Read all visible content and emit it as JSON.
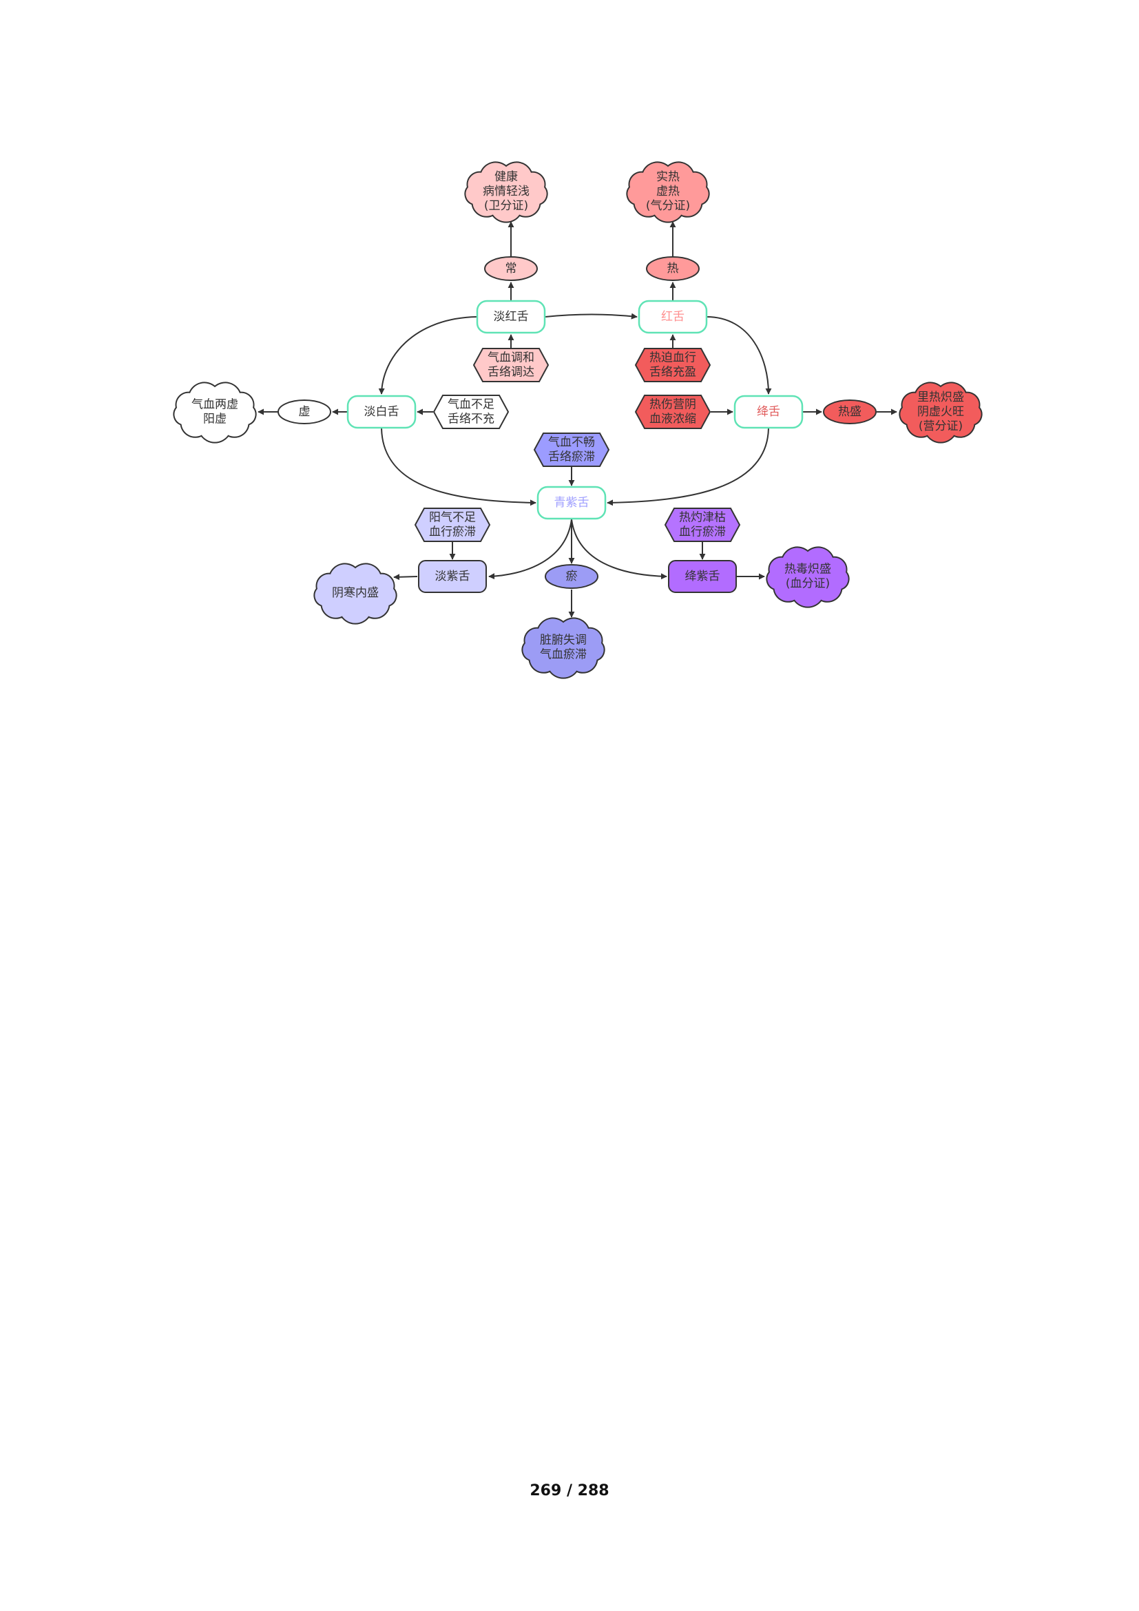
{
  "diagram": {
    "nodes": [
      {
        "id": "healthy",
        "shape": "cloud",
        "fill": "#ffc9c9",
        "lines": [
          "健康",
          "病情轻浅",
          "(卫分证)"
        ]
      },
      {
        "id": "excess-heat",
        "shape": "cloud",
        "fill": "#ff9a9a",
        "lines": [
          "实热",
          "虚热",
          "(气分证)"
        ]
      },
      {
        "id": "normal",
        "shape": "ellipse",
        "fill": "#ffc9c9",
        "lines": [
          "常"
        ]
      },
      {
        "id": "heat",
        "shape": "ellipse",
        "fill": "#ff9a9a",
        "lines": [
          "热"
        ]
      },
      {
        "id": "pale-red-tongue",
        "shape": "tongue",
        "fill": "#ffffff",
        "text_color": "#333333",
        "lines": [
          "淡红舌"
        ]
      },
      {
        "id": "red-tongue",
        "shape": "tongue",
        "fill": "#ffffff",
        "text_color": "#ff8f8f",
        "lines": [
          "红舌"
        ]
      },
      {
        "id": "qi-blood-harmony",
        "shape": "hexagon",
        "fill": "#ffc9c9",
        "lines": [
          "气血调和",
          "舌络调达"
        ]
      },
      {
        "id": "heat-forces-blood",
        "shape": "hexagon",
        "fill": "#f25c5c",
        "lines": [
          "热迫血行",
          "舌络充盈"
        ]
      },
      {
        "id": "qi-blood-deficiency",
        "shape": "cloud",
        "fill": "#ffffff",
        "lines": [
          "气血两虚",
          "阳虚"
        ]
      },
      {
        "id": "deficiency",
        "shape": "ellipse",
        "fill": "#ffffff",
        "lines": [
          "虚"
        ]
      },
      {
        "id": "pale-white-tongue",
        "shape": "tongue",
        "fill": "#ffffff",
        "text_color": "#333333",
        "lines": [
          "淡白舌"
        ]
      },
      {
        "id": "qi-blood-insufficient",
        "shape": "hexagon",
        "fill": "#ffffff",
        "lines": [
          "气血不足",
          "舌络不充"
        ]
      },
      {
        "id": "heat-damages-yin",
        "shape": "hexagon",
        "fill": "#f25c5c",
        "lines": [
          "热伤营阴",
          "血液浓缩"
        ]
      },
      {
        "id": "crimson-tongue",
        "shape": "tongue",
        "fill": "#ffffff",
        "text_color": "#e05a5a",
        "lines": [
          "绛舌"
        ]
      },
      {
        "id": "heat-excess",
        "shape": "ellipse",
        "fill": "#f25c5c",
        "lines": [
          "热盛"
        ]
      },
      {
        "id": "interior-heat",
        "shape": "cloud",
        "fill": "#f25c5c",
        "lines": [
          "里热炽盛",
          "阴虚火旺",
          "(营分证)"
        ]
      },
      {
        "id": "qi-blood-unsmooth",
        "shape": "hexagon",
        "fill": "#9c9cff",
        "lines": [
          "气血不畅",
          "舌络瘀滞"
        ]
      },
      {
        "id": "blue-purple-tongue",
        "shape": "tongue",
        "fill": "#ffffff",
        "text_color": "#9f9fff",
        "lines": [
          "青紫舌"
        ]
      },
      {
        "id": "yang-qi-insufficient",
        "shape": "hexagon",
        "fill": "#cfcfff",
        "lines": [
          "阳气不足",
          "血行瘀滞"
        ]
      },
      {
        "id": "heat-burns-fluid",
        "shape": "hexagon",
        "fill": "#b573ff",
        "lines": [
          "热灼津枯",
          "血行瘀滞"
        ]
      },
      {
        "id": "pale-purple-tongue",
        "shape": "rrect",
        "fill": "#cfcfff",
        "lines": [
          "淡紫舌"
        ]
      },
      {
        "id": "stasis",
        "shape": "ellipse",
        "fill": "#9c9cf5",
        "lines": [
          "瘀"
        ]
      },
      {
        "id": "crimson-purple-tongue",
        "shape": "rrect",
        "fill": "#b26cff",
        "lines": [
          "绛紫舌"
        ]
      },
      {
        "id": "yin-cold",
        "shape": "cloud",
        "fill": "#cfcfff",
        "lines": [
          "阴寒内盛"
        ]
      },
      {
        "id": "toxic-heat",
        "shape": "cloud",
        "fill": "#b26cff",
        "lines": [
          "热毒炽盛",
          "(血分证)"
        ]
      },
      {
        "id": "organ-imbalance",
        "shape": "cloud",
        "fill": "#9c9cf5",
        "lines": [
          "脏腑失调",
          "气血瘀滞"
        ]
      }
    ],
    "edges": [
      {
        "from": "pale-red-tongue",
        "to": "normal"
      },
      {
        "from": "normal",
        "to": "healthy"
      },
      {
        "from": "qi-blood-harmony",
        "to": "pale-red-tongue"
      },
      {
        "from": "pale-red-tongue",
        "to": "red-tongue"
      },
      {
        "from": "red-tongue",
        "to": "heat"
      },
      {
        "from": "heat",
        "to": "excess-heat"
      },
      {
        "from": "heat-forces-blood",
        "to": "red-tongue"
      },
      {
        "from": "red-tongue",
        "to": "crimson-tongue"
      },
      {
        "from": "pale-red-tongue",
        "to": "pale-white-tongue"
      },
      {
        "from": "pale-white-tongue",
        "to": "deficiency"
      },
      {
        "from": "deficiency",
        "to": "qi-blood-deficiency"
      },
      {
        "from": "qi-blood-insufficient",
        "to": "pale-white-tongue"
      },
      {
        "from": "heat-damages-yin",
        "to": "crimson-tongue"
      },
      {
        "from": "crimson-tongue",
        "to": "heat-excess"
      },
      {
        "from": "heat-excess",
        "to": "interior-heat"
      },
      {
        "from": "pale-white-tongue",
        "to": "blue-purple-tongue"
      },
      {
        "from": "crimson-tongue",
        "to": "blue-purple-tongue"
      },
      {
        "from": "qi-blood-unsmooth",
        "to": "blue-purple-tongue"
      },
      {
        "from": "blue-purple-tongue",
        "to": "pale-purple-tongue"
      },
      {
        "from": "blue-purple-tongue",
        "to": "stasis"
      },
      {
        "from": "blue-purple-tongue",
        "to": "crimson-purple-tongue"
      },
      {
        "from": "yang-qi-insufficient",
        "to": "pale-purple-tongue"
      },
      {
        "from": "heat-burns-fluid",
        "to": "crimson-purple-tongue"
      },
      {
        "from": "pale-purple-tongue",
        "to": "yin-cold"
      },
      {
        "from": "stasis",
        "to": "organ-imbalance"
      },
      {
        "from": "crimson-purple-tongue",
        "to": "toxic-heat"
      }
    ],
    "colors": {
      "stroke": "#333333",
      "tongue_border": "#5fe3b5"
    }
  },
  "footer": {
    "page_current": "269",
    "page_total": "288"
  }
}
